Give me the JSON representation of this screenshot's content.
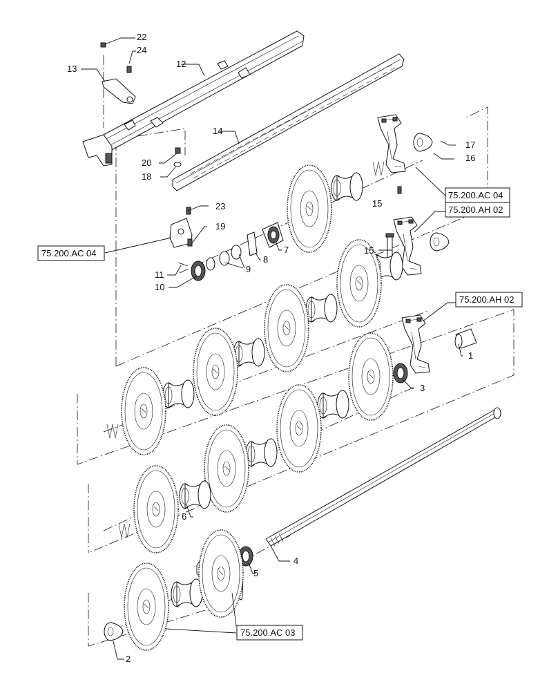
{
  "callouts": {
    "c1": "1",
    "c2": "2",
    "c3": "3",
    "c4": "4",
    "c5": "5",
    "c6": "6",
    "c7": "7",
    "c8": "8",
    "c9": "9",
    "c10": "10",
    "c11": "11",
    "c12": "12",
    "c13": "13",
    "c14": "14",
    "c15a": "15",
    "c15b": "15",
    "c16": "16",
    "c17": "17",
    "c18": "18",
    "c19": "19",
    "c20": "20",
    "c22": "22",
    "c23": "23",
    "c24": "24"
  },
  "references": {
    "r1": "75.200.AC 04",
    "r2": "75.200.AH 02",
    "r3": "75.200.AH 02",
    "r4": "75.200.AC 04",
    "r5": "75.200.AC 03"
  }
}
